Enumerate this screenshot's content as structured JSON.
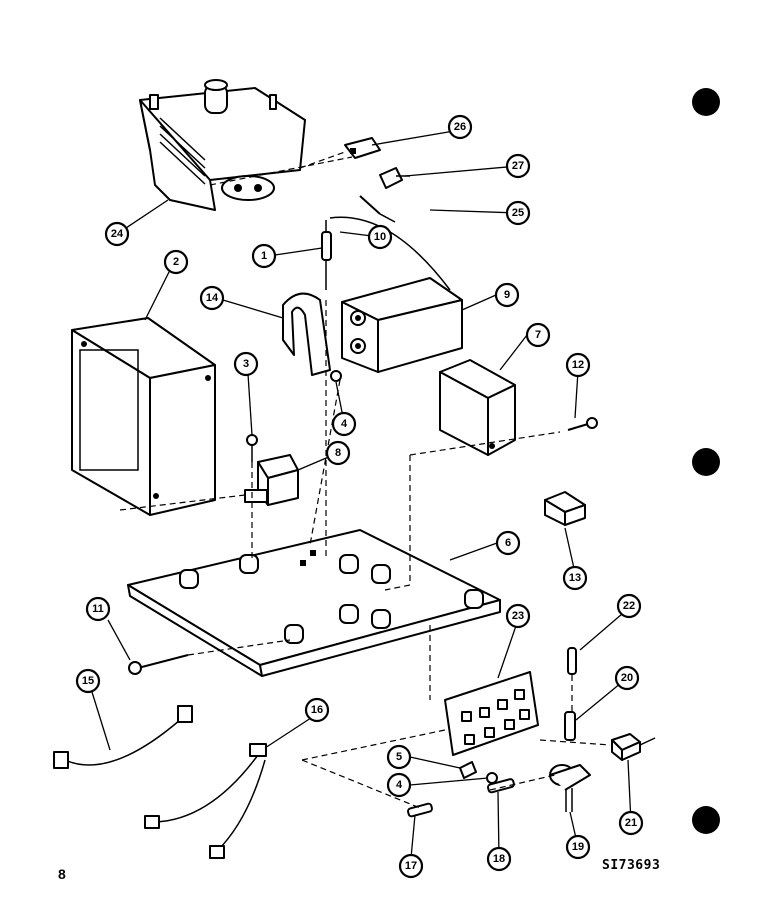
{
  "page_number": "8",
  "drawing_id": "SI73693",
  "callouts": [
    "1",
    "2",
    "3",
    "4",
    "4",
    "5",
    "6",
    "7",
    "8",
    "9",
    "10",
    "11",
    "12",
    "13",
    "14",
    "15",
    "16",
    "17",
    "18",
    "19",
    "20",
    "21",
    "22",
    "23",
    "24",
    "25",
    "26",
    "27"
  ]
}
